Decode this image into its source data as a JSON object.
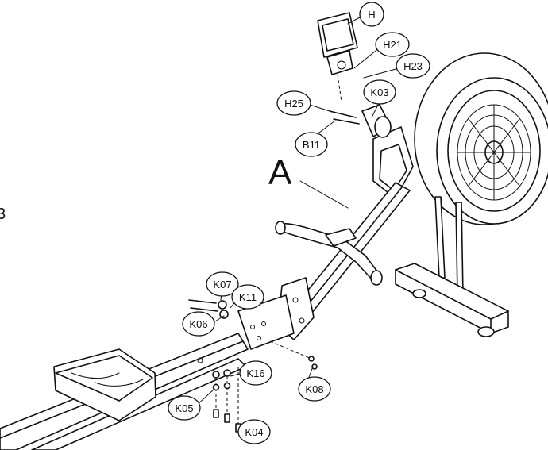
{
  "diagram": {
    "main_label": "A",
    "edge_mark": "3",
    "callouts": [
      {
        "id": "H",
        "text": "H"
      },
      {
        "id": "H21",
        "text": "H21"
      },
      {
        "id": "H23",
        "text": "H23"
      },
      {
        "id": "K03",
        "text": "K03"
      },
      {
        "id": "H25",
        "text": "H25"
      },
      {
        "id": "B11",
        "text": "B11"
      },
      {
        "id": "K07",
        "text": "K07"
      },
      {
        "id": "K11",
        "text": "K11"
      },
      {
        "id": "K06",
        "text": "K06"
      },
      {
        "id": "K16",
        "text": "K16"
      },
      {
        "id": "K08",
        "text": "K08"
      },
      {
        "id": "K05",
        "text": "K05"
      },
      {
        "id": "K04",
        "text": "K04"
      }
    ]
  }
}
